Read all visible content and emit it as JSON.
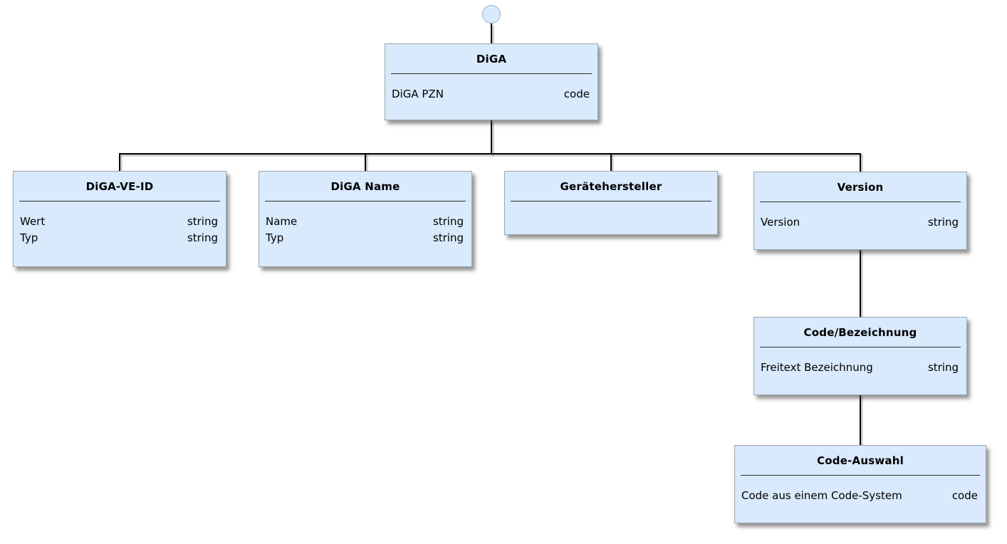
{
  "colors": {
    "node_fill": "#d8eafc",
    "node_border": "#9ba6ae",
    "separator": "#2e2e2e",
    "connector": "#000000",
    "background": "#ffffff"
  },
  "nodes": {
    "diga": {
      "title": "DiGA",
      "attrs": [
        {
          "name": "DiGA PZN",
          "type": "code"
        }
      ]
    },
    "veid": {
      "title": "DiGA-VE-ID",
      "attrs": [
        {
          "name": "Wert",
          "type": "string"
        },
        {
          "name": "Typ",
          "type": "string"
        }
      ]
    },
    "name": {
      "title": "DiGA Name",
      "attrs": [
        {
          "name": "Name",
          "type": "string"
        },
        {
          "name": "Typ",
          "type": "string"
        }
      ]
    },
    "geraete": {
      "title": "Gerätehersteller",
      "attrs": []
    },
    "version": {
      "title": "Version",
      "attrs": [
        {
          "name": "Version",
          "type": "string"
        }
      ]
    },
    "codebez": {
      "title": "Code/Bezeichnung",
      "attrs": [
        {
          "name": "Freitext Bezeichnung",
          "type": "string"
        }
      ]
    },
    "codeauswahl": {
      "title": "Code-Auswahl",
      "attrs": [
        {
          "name": "Code aus einem Code-System",
          "type": "code"
        }
      ]
    }
  },
  "edges": [
    {
      "from": "root-circle",
      "to": "diga"
    },
    {
      "from": "diga",
      "to": "veid"
    },
    {
      "from": "diga",
      "to": "name"
    },
    {
      "from": "diga",
      "to": "geraete"
    },
    {
      "from": "diga",
      "to": "version"
    },
    {
      "from": "version",
      "to": "codebez"
    },
    {
      "from": "codebez",
      "to": "codeauswahl"
    }
  ]
}
